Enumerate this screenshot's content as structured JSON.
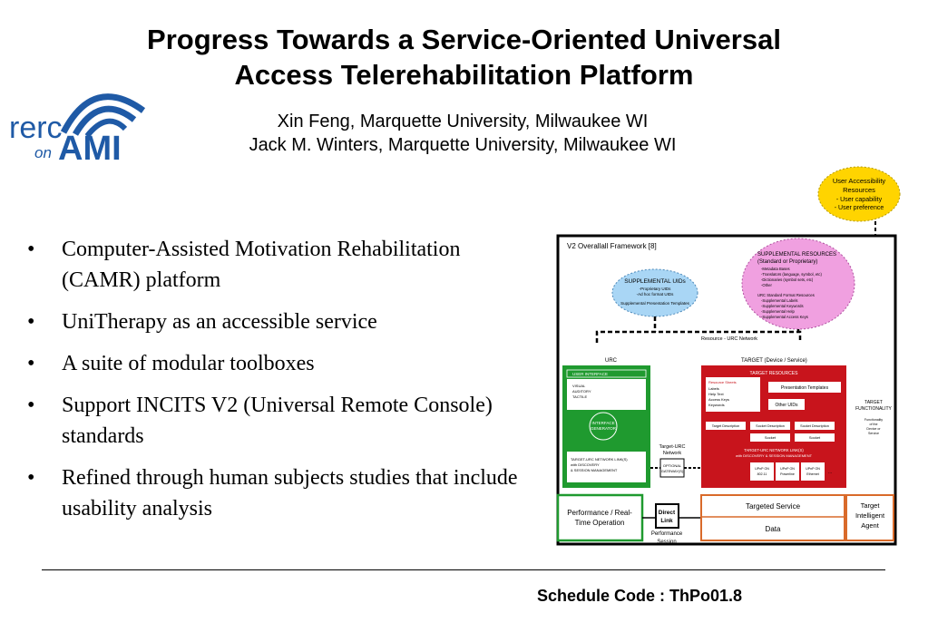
{
  "title": {
    "line1": "Progress Towards a Service-Oriented Universal",
    "line2": "Access Telerehabilitation Platform"
  },
  "logo": {
    "word1": "rerc",
    "word2": "on",
    "word3": "AMI"
  },
  "authors": [
    "Xin Feng, Marquette University, Milwaukee WI",
    "Jack M. Winters, Marquette University, Milwaukee WI"
  ],
  "bullets": [
    "Computer-Assisted Motivation Rehabilitation (CAMR) platform",
    "UniTherapy as an accessible service",
    "A suite of modular toolboxes",
    "Support INCITS V2 (Universal Remote Console) standards",
    "Refined through human subjects studies that include usability analysis"
  ],
  "bullet_glyph": "•",
  "diagram": {
    "user_res": [
      "User Accessibility",
      "Resources",
      "- User capability",
      "- User preference"
    ],
    "framework_title": "V2 Overallall Framework [8]",
    "supp_uids": [
      "SUPPLEMENTAL UIDs",
      "-Proprietary UIDs",
      "-Ad hoc format UIDs",
      "Supplemental Presentation Templates"
    ],
    "supp_res": [
      "SUPPLEMENTAL RESOURCES",
      "(Standard or Proprietary)",
      "-Metadata Bases",
      "-Translators (language, symbol, etc)",
      "-Dictionaries (symbol sets, etc)",
      "-Other",
      "URC Standard Format Resources",
      "-Supplemental Labels",
      "-Supplemental Keywords",
      "-Supplemental Help",
      "-Supplemental Access Keys"
    ],
    "resource_net": "Resource - URC Network",
    "urc": "URC",
    "target_device": "TARGET (Device / Service)",
    "user_interface": "USER INTERFACE",
    "modalities": [
      "VISUAL",
      "AUDITORY",
      "TACTILE"
    ],
    "interface_gen": [
      "INTERFACE",
      "GENERATOR"
    ],
    "target_urc_link_left": [
      "TARGET-URC NETWORK LINK(S)",
      "with DISCOVERY",
      "& SESSION MANAGEMENT"
    ],
    "target_urc_net": [
      "Target-URC",
      "Network"
    ],
    "optional_gateway": [
      "OPTIONAL",
      "GATEWAY(S)"
    ],
    "target_resources": "TARGET RESOURCES",
    "resource_sheets": [
      "Resource Sheets",
      "Labels",
      "Help Text",
      "Access Keys",
      "Keywords"
    ],
    "presentation_templates": "Presentation Templates",
    "other_uids": "Other UIDs",
    "target_functionality": [
      "TARGET",
      "FUNCTIONALITY"
    ],
    "functionality_note": [
      "Functionality",
      "of the",
      "Device or",
      "Service"
    ],
    "target_description": "Target Description",
    "socket_description": "Socket Description",
    "socket": "Socket",
    "target_urc_link_right": [
      "TARGET-URC NETWORK LINK(S)",
      "with DISCOVERY & SESSION MANAGEMENT"
    ],
    "upnp": [
      "UPnP ON",
      "802.11",
      "UPnP ON",
      "Powerline",
      "UPnP ON",
      "Ethernet",
      "..."
    ],
    "performance": [
      "Performance / Real-",
      "Time Operation"
    ],
    "direct_link": [
      "Direct",
      "Link"
    ],
    "performance_session": [
      "Performance",
      "Session"
    ],
    "targeted_service": "Targeted Service",
    "data": "Data",
    "intelligent_agent": [
      "Target",
      "Intelligent",
      "Agent"
    ]
  },
  "schedule": "Schedule Code : ThPo01.8",
  "colors": {
    "green": "#1f9a2f",
    "red": "#c8141c",
    "orange": "#d96a2a",
    "blue": "#1f5aa6",
    "yellow": "#ffd400",
    "pink": "#f0a0e0",
    "lightblue": "#a9d6f5"
  }
}
